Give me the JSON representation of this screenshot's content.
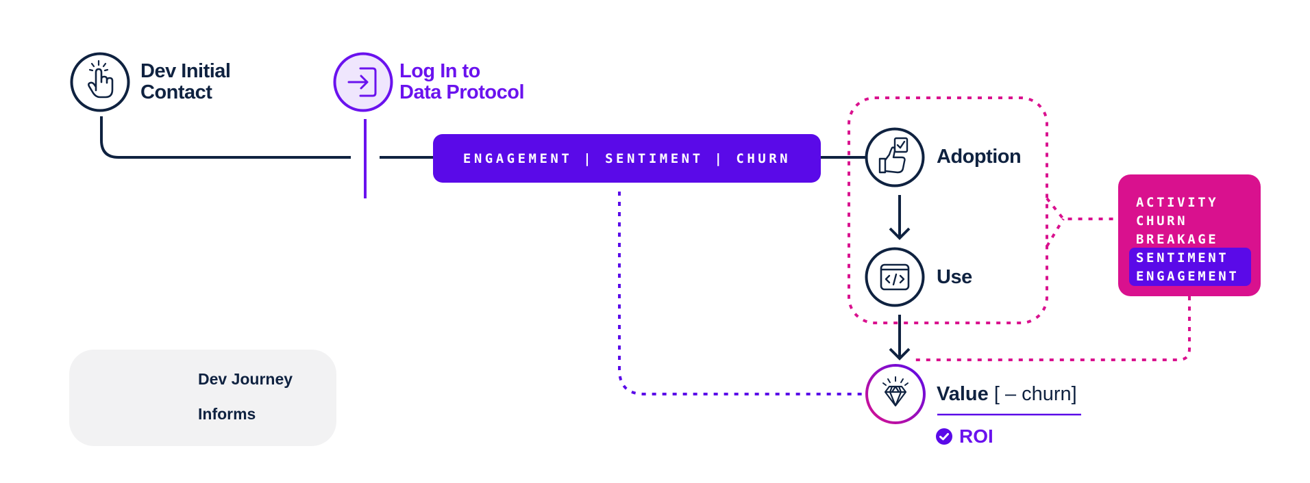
{
  "nodes": {
    "dev_initial_contact": {
      "line1": "Dev Initial",
      "line2": "Contact",
      "icon": "pointer-hand-icon"
    },
    "log_in": {
      "line1": "Log In to",
      "line2": "Data Protocol",
      "icon": "login-arrow-icon"
    },
    "adoption": {
      "label": "Adoption",
      "icon": "thumbs-up-checklist-icon"
    },
    "use": {
      "label": "Use",
      "icon": "code-window-icon"
    },
    "value": {
      "label": "Value",
      "suffix": "[ – churn]",
      "icon": "diamond-icon"
    }
  },
  "engagement_bar": {
    "text": "ENGAGEMENT | SENTIMENT | CHURN"
  },
  "metrics_box": {
    "items": [
      "ACTIVITY",
      "CHURN",
      "BREAKAGE",
      "SENTIMENT",
      "ENGAGEMENT"
    ]
  },
  "roi": {
    "label": "ROI",
    "icon": "check-circle-icon"
  },
  "legend": {
    "solid_label": "Dev Journey",
    "dotted_label": "Informs"
  },
  "colors": {
    "navy": "#0f2240",
    "purple": "#5a0ae8",
    "magenta": "#d9118e",
    "legend_bg": "#f2f2f3"
  }
}
